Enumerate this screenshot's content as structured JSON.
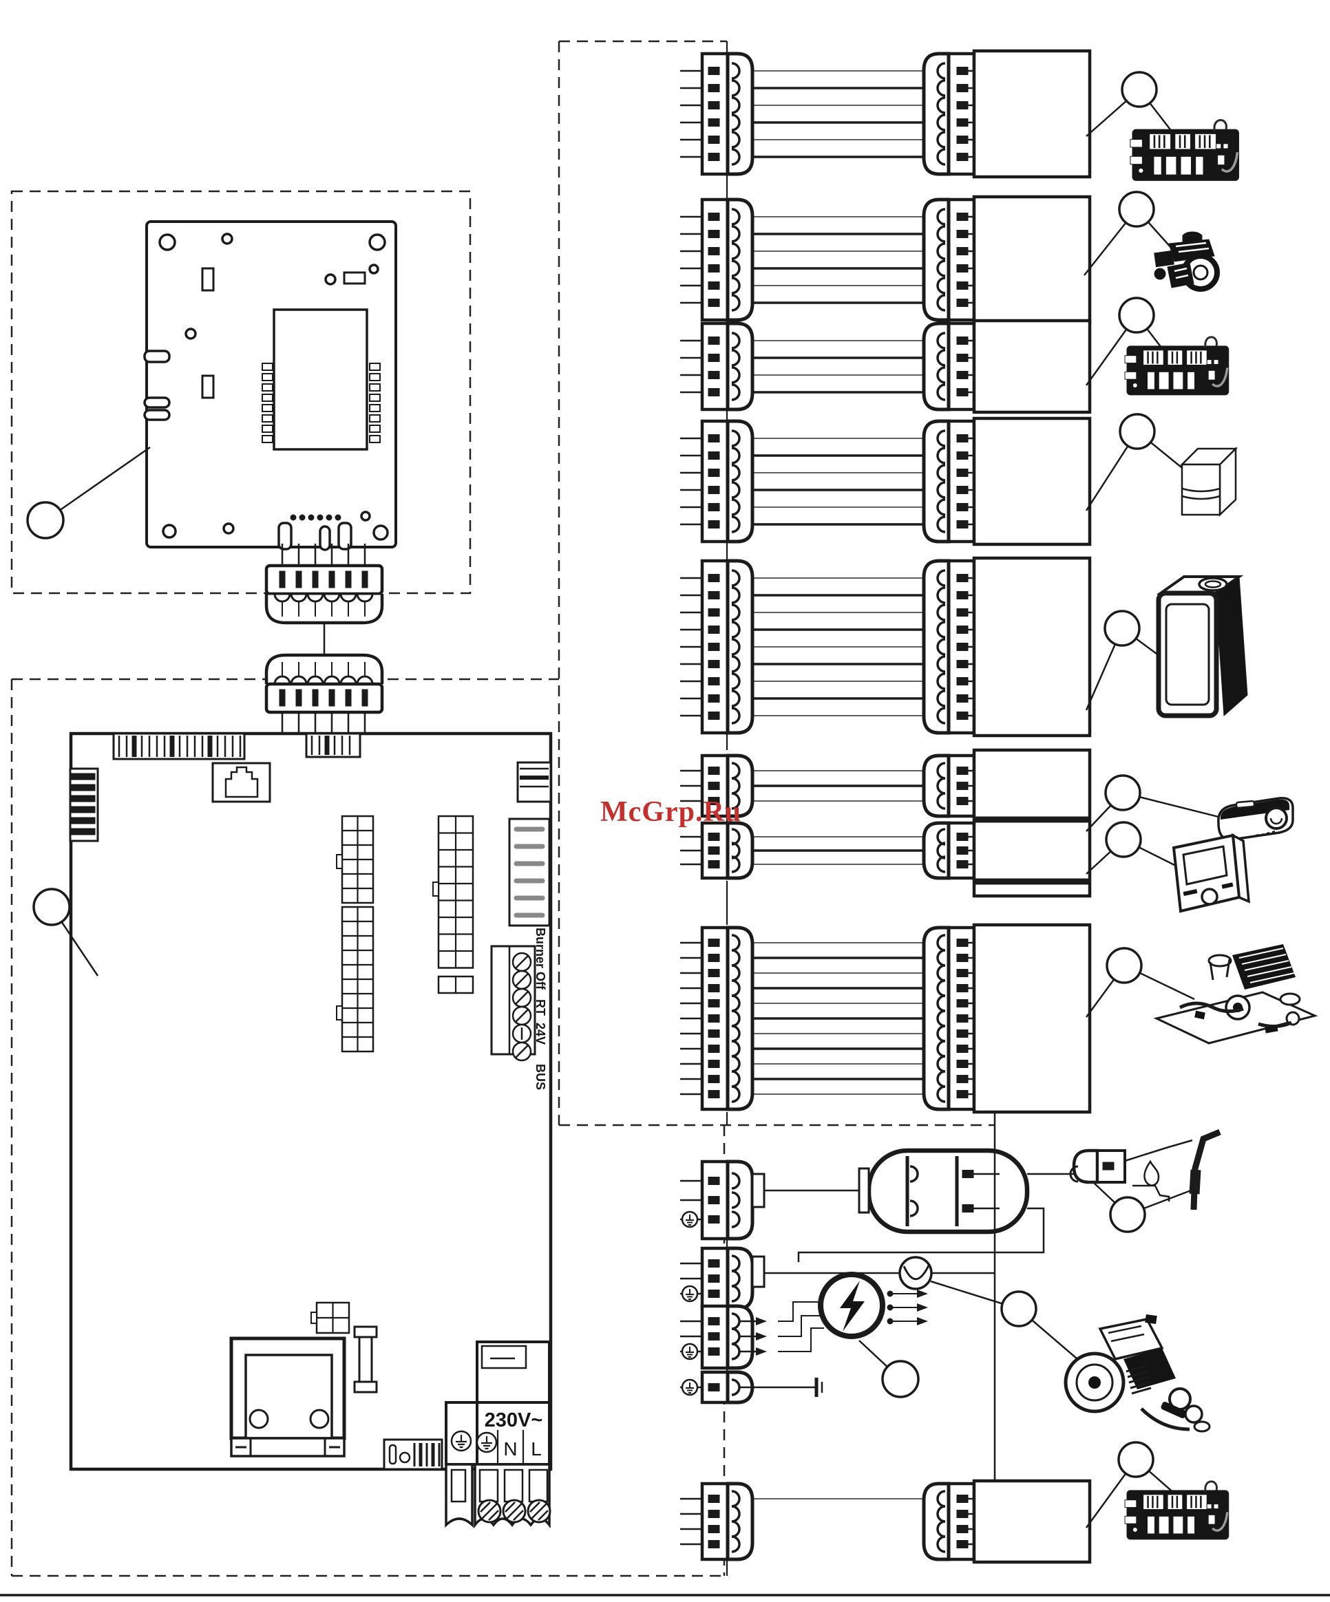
{
  "document": {
    "kind": "boiler-wiring-diagram",
    "title": ""
  },
  "watermark": {
    "text": "McGrp.Ru",
    "color": "#c5302c"
  },
  "colors": {
    "line": "#1b1b1b",
    "wire_thin": "#4a4a4a",
    "dashed": "#222222",
    "background": "#ffffff"
  },
  "main_board": {
    "name": "main-control-board",
    "terminal_labels": [
      "Burner Off",
      "RT",
      "24V",
      "BUS"
    ],
    "mains_label": "230V~",
    "neutral_label": "N",
    "line_label": "L"
  },
  "display_board": {
    "name": "display-board"
  },
  "connector_rows": [
    {
      "id": "row-1",
      "pins": 6,
      "component": "control-pcb-module"
    },
    {
      "id": "row-2",
      "pins": 6,
      "component": "gas-valve"
    },
    {
      "id": "row-3",
      "pins": 4,
      "component": "control-pcb-module"
    },
    {
      "id": "row-4",
      "pins": 6,
      "component": "control-box"
    },
    {
      "id": "row-5",
      "pins": 9,
      "component": "boiler-unit"
    },
    {
      "id": "row-6",
      "pins": 3,
      "component": "remote-control"
    },
    {
      "id": "row-7",
      "pins": 3,
      "component": "room-programmer"
    },
    {
      "id": "row-8",
      "pins": 11,
      "component": "hydraulic-assembly"
    },
    {
      "id": "row-9",
      "pins": 4,
      "component": "control-pcb-module"
    }
  ],
  "ignition_section": {
    "connectors": [
      "ignition-supply-3pin",
      "pump-supply-3pin",
      "spark-output-3pin",
      "earth-1pin"
    ],
    "parts": [
      "ignition-transformer",
      "ignition-electrode",
      "flame",
      "spark-generator",
      "pump-symbol",
      "pump"
    ]
  },
  "callouts": [
    {
      "id": "display-board",
      "label": ""
    },
    {
      "id": "main-board",
      "label": ""
    },
    {
      "id": "row-1",
      "label": ""
    },
    {
      "id": "row-2",
      "label": ""
    },
    {
      "id": "row-3",
      "label": ""
    },
    {
      "id": "row-4",
      "label": ""
    },
    {
      "id": "row-5",
      "label": ""
    },
    {
      "id": "row-6",
      "label": ""
    },
    {
      "id": "row-7",
      "label": ""
    },
    {
      "id": "row-8",
      "label": ""
    },
    {
      "id": "ignition-electrode",
      "label": ""
    },
    {
      "id": "spark-generator",
      "label": ""
    },
    {
      "id": "pump",
      "label": ""
    },
    {
      "id": "row-9",
      "label": ""
    }
  ]
}
